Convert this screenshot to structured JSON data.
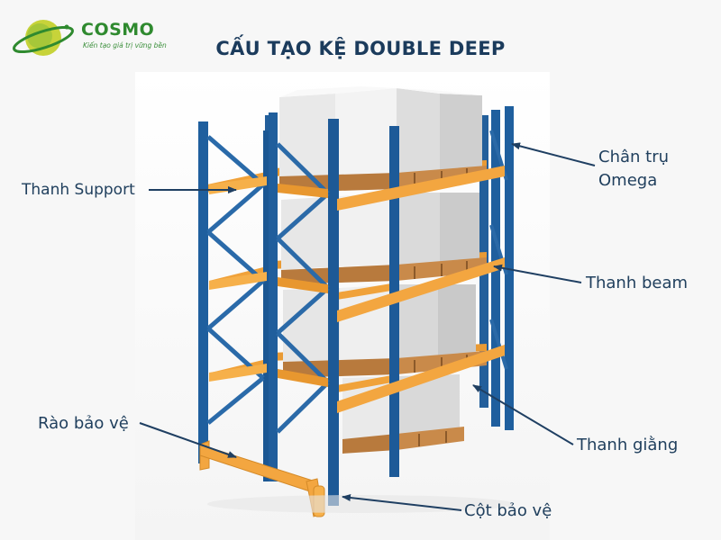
{
  "brand": {
    "name": "COSMO",
    "tagline": "Kiến tạo giá trị vững bền",
    "colors": {
      "green": "#2f8a2f",
      "yellow": "#c7d33a"
    }
  },
  "title": "CẤU TẠO KỆ DOUBLE DEEP",
  "labels": {
    "thanh_support": "Thanh Support",
    "chan_tru_line1": "Chân trụ",
    "chan_tru_line2": "Omega",
    "thanh_beam": "Thanh beam",
    "rao_bao_ve": "Rào bảo vệ",
    "thanh_giang": "Thanh giằng",
    "cot_bao_ve": "Cột bảo vệ"
  },
  "colors": {
    "upright_blue": "#1f5f9e",
    "beam_orange": "#f2a23a",
    "pallet_wood": "#c98a4a",
    "box_white": "#f0f0f0",
    "text_navy": "#1b3b5c"
  },
  "icons": [
    "cosmo-logo-icon",
    "arrow-icon"
  ]
}
